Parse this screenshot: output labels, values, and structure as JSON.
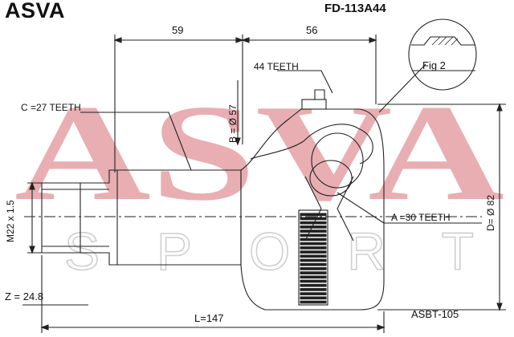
{
  "brand": "ASVA",
  "part_number": "FD-113A44",
  "watermark": {
    "line1": "ASVA",
    "line2": "SPORT"
  },
  "dimensions": {
    "d59": "59",
    "d56": "56",
    "length": "L=147",
    "z": "Z = 24.8",
    "thread": "M22 x 1.5",
    "b": "B = Ø 57",
    "d": "D= Ø 82"
  },
  "labels": {
    "teeth44": "44 TEETH",
    "c": "C =27 TEETH",
    "a": "A =30 TEETH",
    "fig": "Fig 2"
  },
  "asbt": "ASBT-105",
  "colors": {
    "watermark": "#e8aeb2",
    "sport": "#cfcfcf",
    "line": "#222222"
  }
}
